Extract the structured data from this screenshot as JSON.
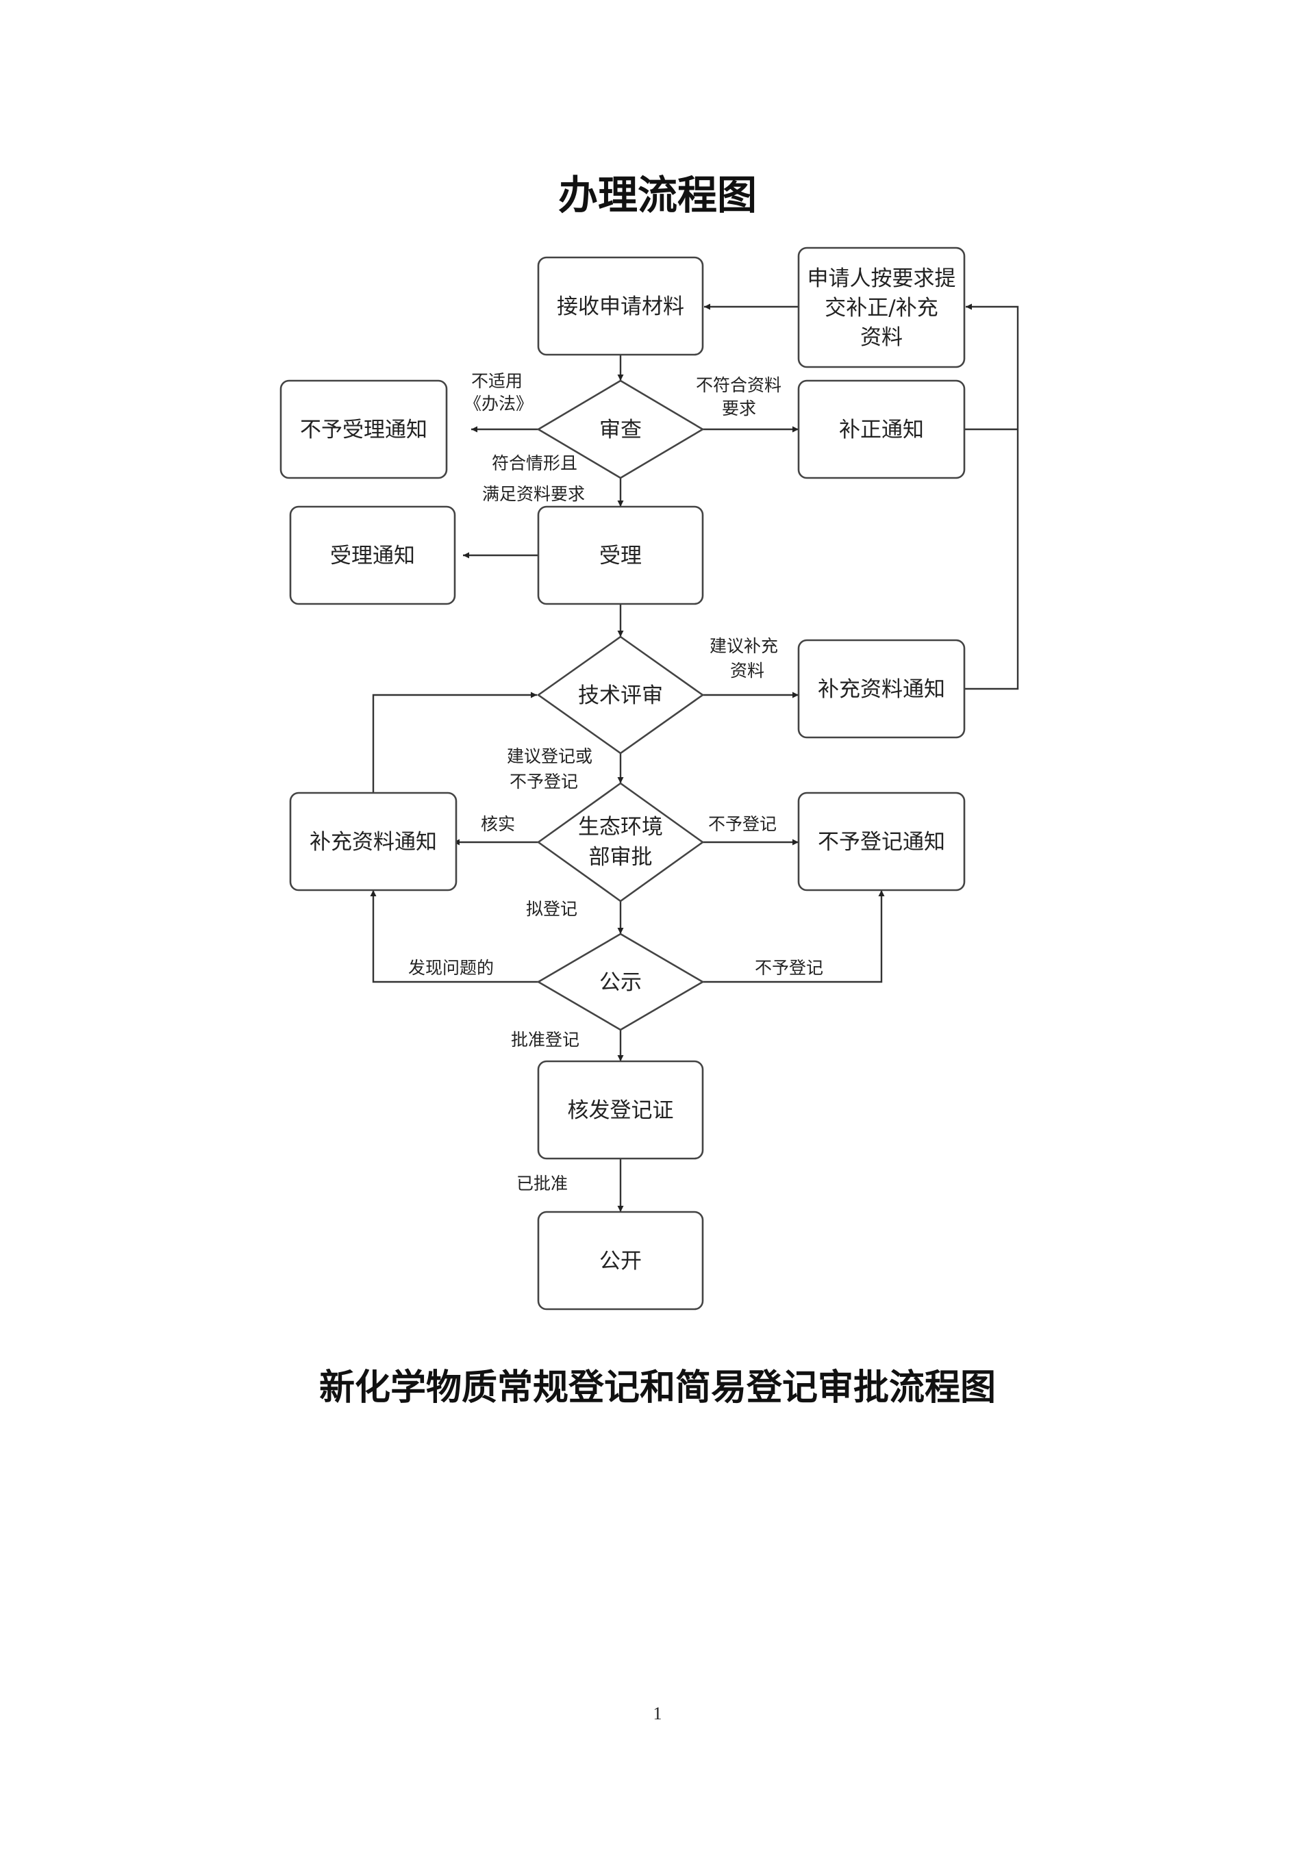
{
  "title": "办理流程图",
  "caption": "新化学物质常规登记和简易登记审批流程图",
  "page_number": "1",
  "nodes": {
    "receive": {
      "lines": [
        "接收申请材料"
      ]
    },
    "supplement_submit": {
      "lines": [
        "申请人按要求提",
        "交补正/补充",
        "资料"
      ]
    },
    "review": {
      "lines": [
        "审查"
      ]
    },
    "reject_notice": {
      "lines": [
        "不予受理通知"
      ]
    },
    "correction_notice": {
      "lines": [
        "补正通知"
      ]
    },
    "accept": {
      "lines": [
        "受理"
      ]
    },
    "accept_notice": {
      "lines": [
        "受理通知"
      ]
    },
    "tech_review": {
      "lines": [
        "技术评审"
      ]
    },
    "supplement_notice_1": {
      "lines": [
        "补充资料通知"
      ]
    },
    "ministry_approval": {
      "lines": [
        "生态环境",
        "部审批"
      ]
    },
    "supplement_notice_2": {
      "lines": [
        "补充资料通知"
      ]
    },
    "no_register_notice": {
      "lines": [
        "不予登记通知"
      ]
    },
    "publicity": {
      "lines": [
        "公示"
      ]
    },
    "issue_certificate": {
      "lines": [
        "核发登记证"
      ]
    },
    "publish": {
      "lines": [
        "公开"
      ]
    }
  },
  "edges": {
    "not_applicable": [
      "不适用",
      "《办法》"
    ],
    "not_meet_requirements": [
      "不符合资料",
      "要求"
    ],
    "meets_conditions": [
      "符合情形且",
      "满足资料要求"
    ],
    "suggest_supplement": [
      "建议补充",
      "资料"
    ],
    "suggest_register_or_not": [
      "建议登记或",
      "不予登记"
    ],
    "verify": [
      "核实"
    ],
    "no_register_1": [
      "不予登记"
    ],
    "plan_register": [
      "拟登记"
    ],
    "problem_found": [
      "发现问题的"
    ],
    "no_register_2": [
      "不予登记"
    ],
    "approve_register": [
      "批准登记"
    ],
    "approved": [
      "已批准"
    ]
  }
}
